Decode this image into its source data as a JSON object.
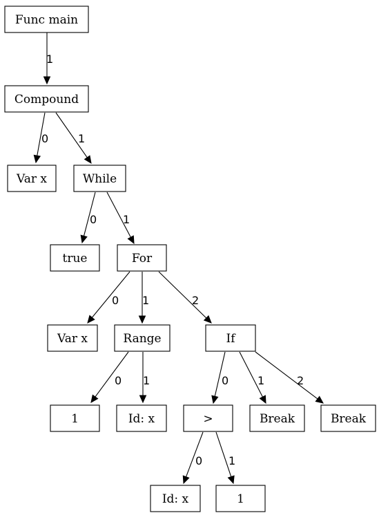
{
  "nodes": [
    {
      "id": "n_func",
      "label": "Func main"
    },
    {
      "id": "n_compound",
      "label": "Compound"
    },
    {
      "id": "n_varx1",
      "label": "Var x"
    },
    {
      "id": "n_while",
      "label": "While"
    },
    {
      "id": "n_true",
      "label": "true"
    },
    {
      "id": "n_for",
      "label": "For"
    },
    {
      "id": "n_varx2",
      "label": "Var x"
    },
    {
      "id": "n_range",
      "label": "Range"
    },
    {
      "id": "n_if",
      "label": "If"
    },
    {
      "id": "n_one1",
      "label": "1"
    },
    {
      "id": "n_idx1",
      "label": "Id: x"
    },
    {
      "id": "n_gt",
      "label": ">"
    },
    {
      "id": "n_break1",
      "label": "Break"
    },
    {
      "id": "n_break2",
      "label": "Break"
    },
    {
      "id": "n_idx2",
      "label": "Id: x"
    },
    {
      "id": "n_one2",
      "label": "1"
    }
  ],
  "edges": [
    {
      "from": "n_func",
      "to": "n_compound",
      "label": "1"
    },
    {
      "from": "n_compound",
      "to": "n_varx1",
      "label": "0"
    },
    {
      "from": "n_compound",
      "to": "n_while",
      "label": "1"
    },
    {
      "from": "n_while",
      "to": "n_true",
      "label": "0"
    },
    {
      "from": "n_while",
      "to": "n_for",
      "label": "1"
    },
    {
      "from": "n_for",
      "to": "n_varx2",
      "label": "0"
    },
    {
      "from": "n_for",
      "to": "n_range",
      "label": "1"
    },
    {
      "from": "n_for",
      "to": "n_if",
      "label": "2"
    },
    {
      "from": "n_range",
      "to": "n_one1",
      "label": "0"
    },
    {
      "from": "n_range",
      "to": "n_idx1",
      "label": "1"
    },
    {
      "from": "n_if",
      "to": "n_gt",
      "label": "0"
    },
    {
      "from": "n_if",
      "to": "n_break1",
      "label": "1"
    },
    {
      "from": "n_if",
      "to": "n_break2",
      "label": "2"
    },
    {
      "from": "n_gt",
      "to": "n_idx2",
      "label": "0"
    },
    {
      "from": "n_gt",
      "to": "n_one2",
      "label": "1"
    }
  ]
}
